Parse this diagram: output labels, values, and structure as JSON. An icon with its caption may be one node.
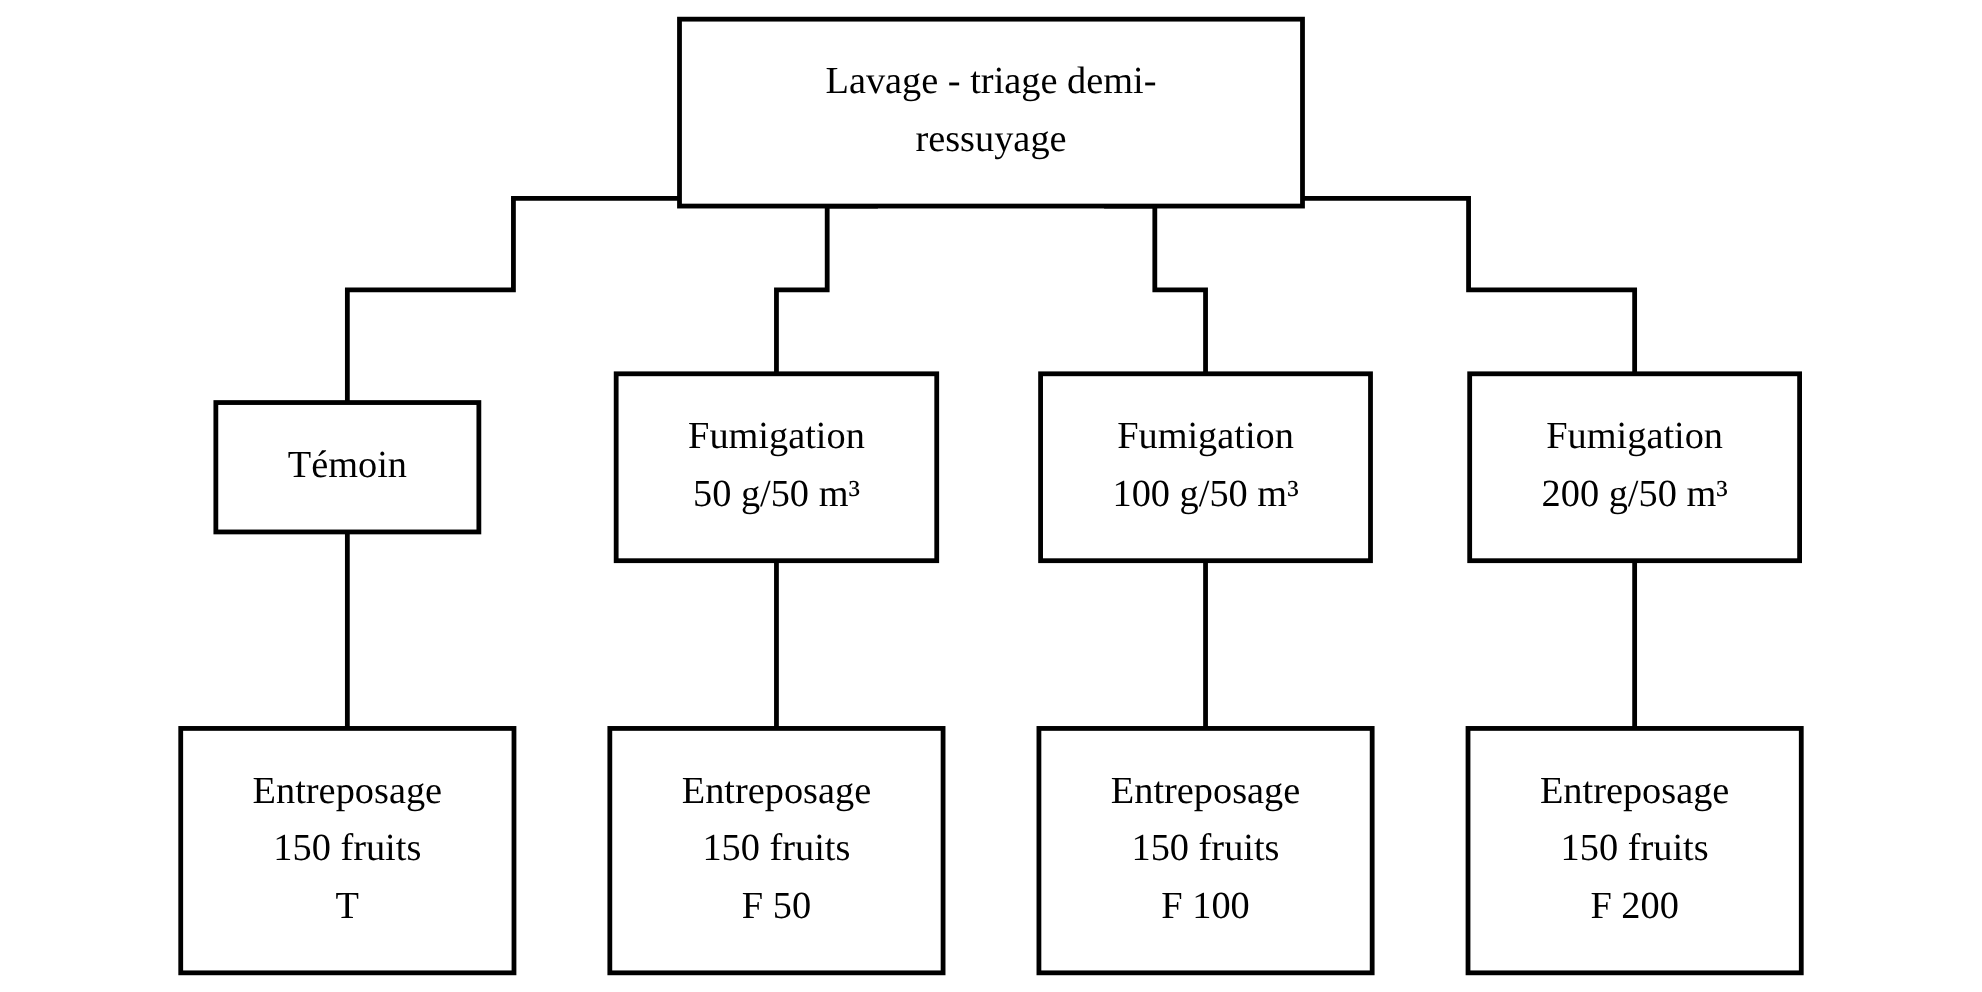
{
  "diagram": {
    "nodes": [
      {
        "text": [
          "Lavage - triage demi-ressuyage"
        ]
      },
      {
        "text": [
          "Témoin"
        ]
      },
      {
        "text": [
          "Fumigation",
          "50 g/50 m³"
        ]
      },
      {
        "text": [
          "Fumigation",
          "100 g/50 m³"
        ]
      },
      {
        "text": [
          "Fumigation",
          "200 g/50 m³"
        ]
      },
      {
        "text": [
          "Entreposage",
          "150 fruits",
          "T"
        ]
      },
      {
        "text": [
          "Entreposage",
          "150 fruits",
          "F 50"
        ]
      },
      {
        "text": [
          "Entreposage",
          "150 fruits",
          "F 100"
        ]
      },
      {
        "text": [
          "Entreposage",
          "150 fruits",
          "F 200"
        ]
      }
    ],
    "edges": [
      {
        "from": 0,
        "to": 1,
        "arrow": "none"
      },
      {
        "from": 0,
        "to": 2,
        "arrow": "none"
      },
      {
        "from": 0,
        "to": 3,
        "arrow": "none"
      },
      {
        "from": 0,
        "to": 4,
        "arrow": "none"
      },
      {
        "from": 1,
        "to": 5,
        "arrow": "none"
      },
      {
        "from": 2,
        "to": 6,
        "arrow": "none"
      },
      {
        "from": 3,
        "to": 7,
        "arrow": "none"
      },
      {
        "from": 4,
        "to": 8,
        "arrow": "none"
      }
    ]
  }
}
